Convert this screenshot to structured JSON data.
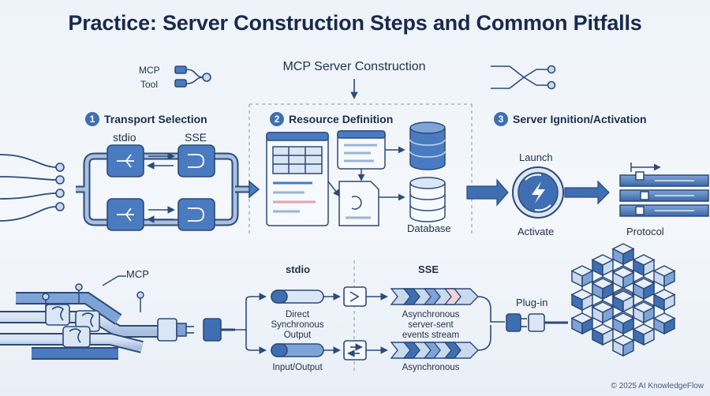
{
  "title": "Practice: Server Construction Steps and Common Pitfalls",
  "legend": {
    "mcp": "MCP",
    "tool": "Tool"
  },
  "center_heading": "MCP Server Construction",
  "steps": [
    {
      "number": "1",
      "label": "Transport Selection",
      "stdio": "stdio",
      "sse": "SSE"
    },
    {
      "number": "2",
      "label": "Resource Definition",
      "database": "Database"
    },
    {
      "number": "3",
      "label": "Server Ignition/Activation",
      "launch": "Launch",
      "activate": "Activate",
      "protocol": "Protocol"
    }
  ],
  "bottom": {
    "mcp": "MCP",
    "stdio": "stdio",
    "sse": "SSE",
    "direct_line1": "Direct",
    "direct_line2": "Synchronous",
    "direct_line3": "Output",
    "io": "Input/Output",
    "async_line1": "Asynchronous",
    "async_line2": "server-sent",
    "async_line3": "events stream",
    "async": "Asynchronous",
    "plugin": "Plug-in"
  },
  "footer": "© 2025 AI KnowledgeFlow",
  "colors": {
    "primary": "#3f6fb2",
    "dark": "#1f2f4a",
    "light": "#c9d9ee",
    "accent_pink": "#efd3d8"
  }
}
